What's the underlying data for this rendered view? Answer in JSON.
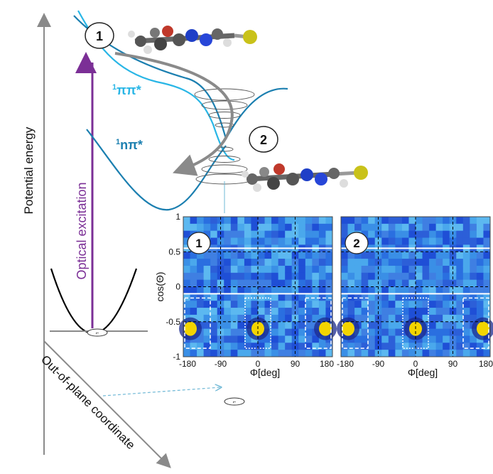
{
  "axes": {
    "energy_label": "Potential energy",
    "coordinate_label": "Out-of-plane coordinate",
    "excitation_label": "Optical excitation"
  },
  "states": {
    "pi_pi_star": {
      "sup": "1",
      "label": "ππ*",
      "color": "#29b6e6"
    },
    "n_pi_star": {
      "sup": "1",
      "label": "nπ*",
      "color": "#1b7fb0"
    }
  },
  "markers": {
    "point1": "1",
    "point2": "2"
  },
  "colors": {
    "excitation_arrow": "#7b2f96",
    "trajectory_arrow": "#8a8a8a",
    "ground_state": "#000000"
  },
  "chart_data": [
    {
      "type": "heatmap",
      "panel_label": "1",
      "xlabel": "Φ[deg]",
      "ylabel": "cos(Θ)",
      "xticks": [
        "-180",
        "-90",
        "0",
        "90",
        "180"
      ],
      "yticks": [
        "1",
        "0.5",
        "0",
        "-0.5",
        "-1"
      ],
      "xlim": [
        -180,
        180
      ],
      "ylim": [
        -1,
        1
      ],
      "hotspots": [
        {
          "phi": -180,
          "cos_theta": -0.6
        },
        {
          "phi": 0,
          "cos_theta": -0.6
        },
        {
          "phi": 180,
          "cos_theta": -0.6
        }
      ]
    },
    {
      "type": "heatmap",
      "panel_label": "2",
      "xlabel": "Φ[deg]",
      "xticks": [
        "-180",
        "-90",
        "0",
        "90",
        "180"
      ],
      "xlim": [
        -180,
        180
      ],
      "ylim": [
        -1,
        1
      ],
      "hotspots": [
        {
          "phi": -180,
          "cos_theta": -0.6
        },
        {
          "phi": 0,
          "cos_theta": -0.6
        },
        {
          "phi": 180,
          "cos_theta": -0.6
        }
      ]
    }
  ]
}
